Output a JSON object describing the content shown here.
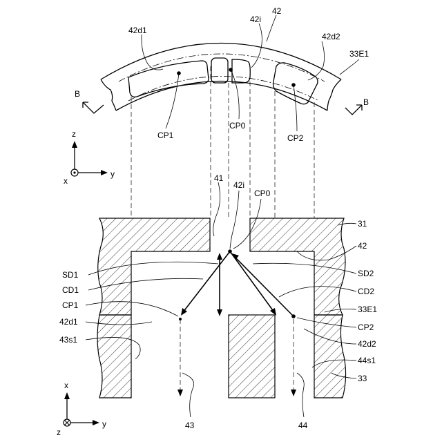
{
  "labels": {
    "top_42d1": "42d1",
    "top_42i": "42i",
    "top_42": "42",
    "top_42d2": "42d2",
    "top_33E1": "33E1",
    "section_B_left": "B",
    "section_B_right": "B",
    "top_CP1": "CP1",
    "top_CP0": "CP0",
    "top_CP2": "CP2",
    "mid_41": "41",
    "mid_42i": "42i",
    "mid_CP0": "CP0",
    "left_SD1": "SD1",
    "left_CD1": "CD1",
    "left_CP1": "CP1",
    "left_42d1": "42d1",
    "left_43s1": "43s1",
    "right_31": "31",
    "right_42": "42",
    "right_SD2": "SD2",
    "right_CD2": "CD2",
    "right_33E1": "33E1",
    "right_CP2": "CP2",
    "right_42d2": "42d2",
    "right_44s1": "44s1",
    "right_33": "33",
    "bottom_43": "43",
    "bottom_44": "44"
  },
  "axes_top": {
    "vertical": "z",
    "horizontal": "y",
    "out_of_plane": "x"
  },
  "axes_bottom": {
    "vertical": "x",
    "horizontal": "y",
    "out_of_plane": "z"
  }
}
